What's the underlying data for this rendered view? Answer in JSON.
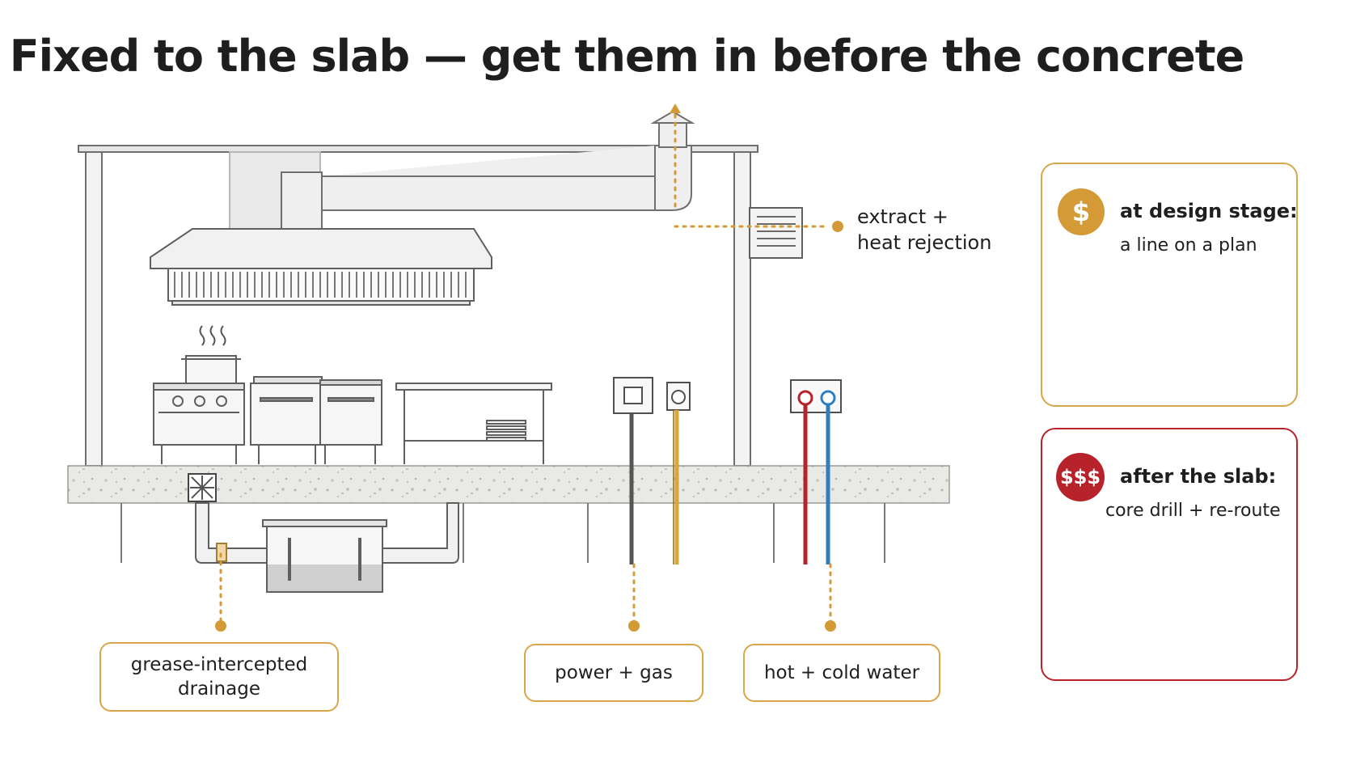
{
  "title": "Fixed to the slab — get them in before the concrete",
  "callouts": {
    "extract": [
      "extract +",
      "heat rejection"
    ],
    "drainage": [
      "grease-intercepted",
      "drainage"
    ],
    "power_gas": "power + gas",
    "water": "hot + cold water"
  },
  "cards": {
    "design": {
      "badge": "$",
      "heading": "at design stage:",
      "sub": "a line on a plan",
      "color": "#d39a36"
    },
    "after": {
      "badge": "$$$",
      "heading": "after the slab:",
      "sub": "core drill + re-route",
      "color": "#b8222a"
    }
  },
  "colors": {
    "accent": "#d9a64a",
    "alert": "#b8222a",
    "hot_pipe": "#b8222a",
    "cold_pipe": "#2f7fbf",
    "gas_pipe": "#d9a63a"
  },
  "icons": [
    "dollar-icon",
    "triple-dollar-icon",
    "plan-sketch-icon",
    "pencil-icon",
    "core-drill-icon",
    "steam-icon"
  ]
}
